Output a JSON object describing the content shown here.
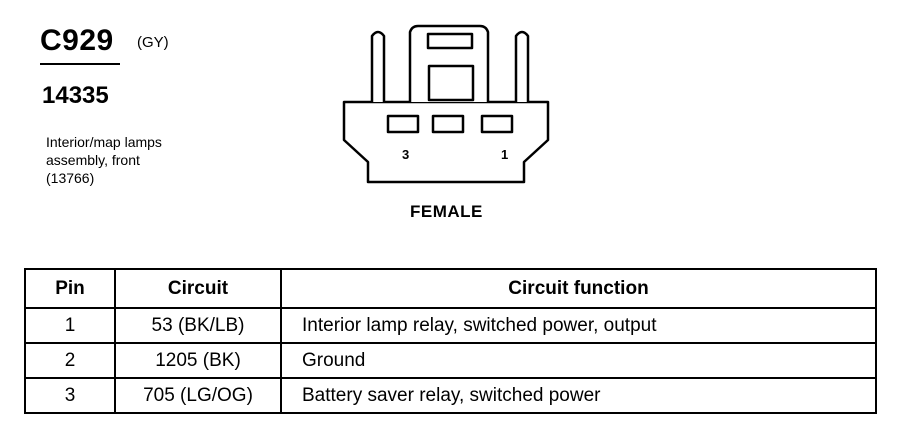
{
  "connector": {
    "id": "C929",
    "color_code": "(GY)",
    "part_number": "14335",
    "description_lines": [
      "Interior/map lamps",
      "assembly, front",
      "(13766)"
    ]
  },
  "diagram": {
    "pin_label_left": "3",
    "pin_label_right": "1",
    "gender": "FEMALE"
  },
  "table": {
    "headers": [
      "Pin",
      "Circuit",
      "Circuit function"
    ],
    "rows": [
      {
        "pin": "1",
        "circuit": "53 (BK/LB)",
        "function": "Interior lamp relay, switched power, output"
      },
      {
        "pin": "2",
        "circuit": "1205 (BK)",
        "function": "Ground"
      },
      {
        "pin": "3",
        "circuit": "705 (LG/OG)",
        "function": "Battery saver relay, switched power"
      }
    ]
  }
}
